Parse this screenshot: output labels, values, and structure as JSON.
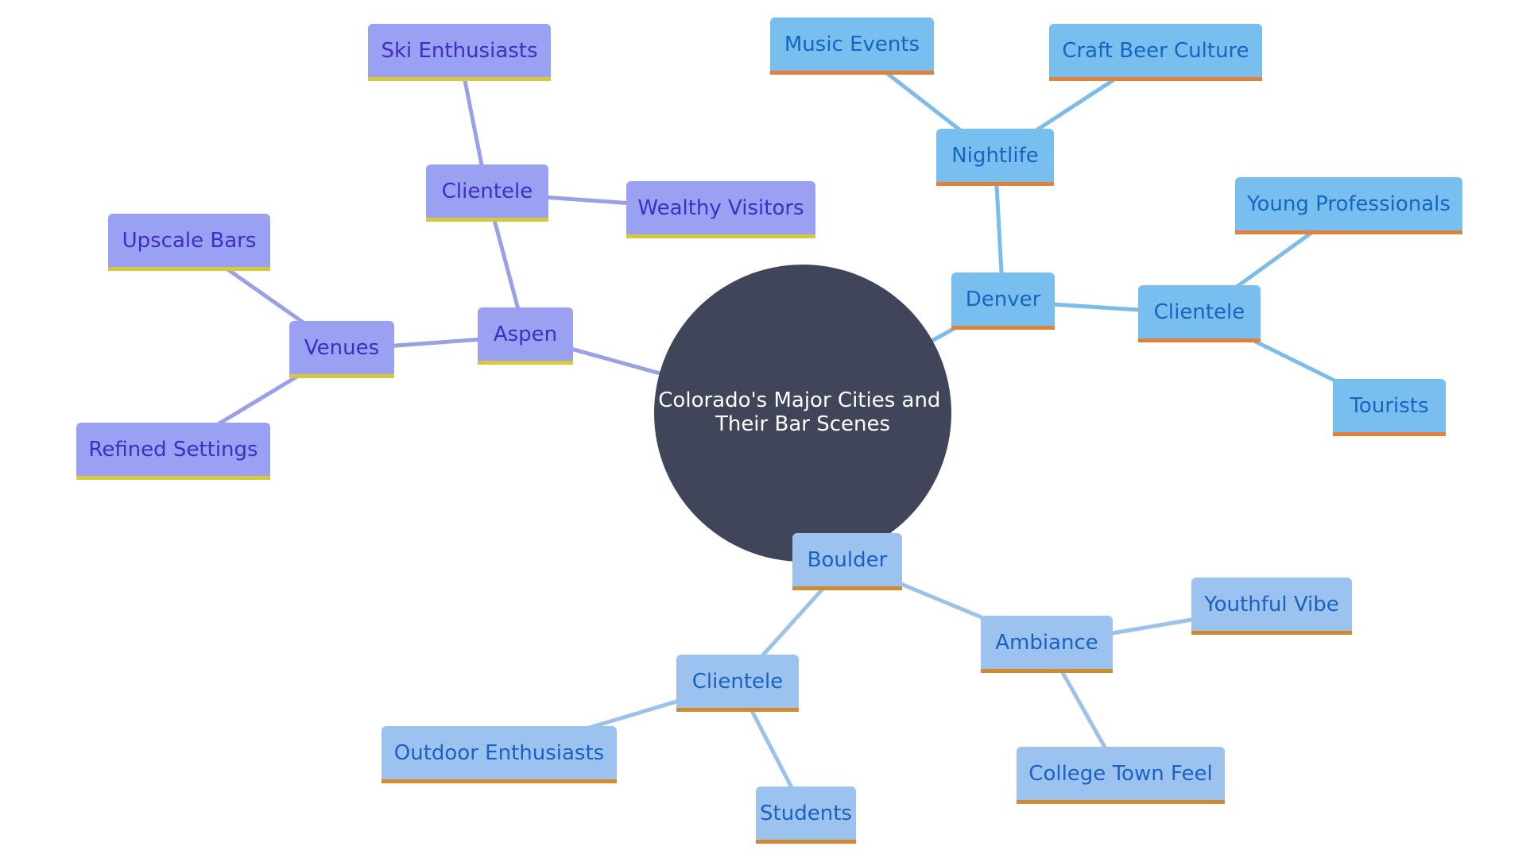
{
  "root": {
    "lines": [
      "Colorado's Major Cities and",
      "Their Bar Scenes"
    ],
    "color": "#414559"
  },
  "branches": [
    {
      "id": "aspen",
      "label": "Aspen",
      "fill": "#9aa0f2",
      "text_color": "#3d2fc4",
      "underline": "#d6c93a",
      "edge_color": "#9aa0e8",
      "children": [
        {
          "id": "aspen-clientele",
          "label": "Clientele",
          "children": [
            {
              "id": "ski-enthusiasts",
              "label": "Ski Enthusiasts"
            },
            {
              "id": "wealthy-visitors",
              "label": "Wealthy Visitors"
            }
          ]
        },
        {
          "id": "aspen-venues",
          "label": "Venues",
          "children": [
            {
              "id": "upscale-bars",
              "label": "Upscale Bars"
            },
            {
              "id": "refined-settings",
              "label": "Refined Settings"
            }
          ]
        }
      ]
    },
    {
      "id": "denver",
      "label": "Denver",
      "fill": "#78bff0",
      "text_color": "#1466bf",
      "underline": "#e0823a",
      "edge_color": "#7bbde8",
      "children": [
        {
          "id": "denver-nightlife",
          "label": "Nightlife",
          "children": [
            {
              "id": "music-events",
              "label": "Music Events"
            },
            {
              "id": "craft-beer-culture",
              "label": "Craft Beer Culture"
            }
          ]
        },
        {
          "id": "denver-clientele",
          "label": "Clientele",
          "children": [
            {
              "id": "young-professionals",
              "label": "Young Professionals"
            },
            {
              "id": "tourists",
              "label": "Tourists"
            }
          ]
        }
      ]
    },
    {
      "id": "boulder",
      "label": "Boulder",
      "fill": "#9cc2f0",
      "text_color": "#1a62c2",
      "underline": "#d08a30",
      "edge_color": "#9cc2ea",
      "children": [
        {
          "id": "boulder-ambiance",
          "label": "Ambiance",
          "children": [
            {
              "id": "youthful-vibe",
              "label": "Youthful Vibe"
            },
            {
              "id": "college-town-feel",
              "label": "College Town Feel"
            }
          ]
        },
        {
          "id": "boulder-clientele",
          "label": "Clientele",
          "children": [
            {
              "id": "outdoor-enthusiasts",
              "label": "Outdoor Enthusiasts"
            },
            {
              "id": "students",
              "label": "Students"
            }
          ]
        }
      ]
    }
  ]
}
